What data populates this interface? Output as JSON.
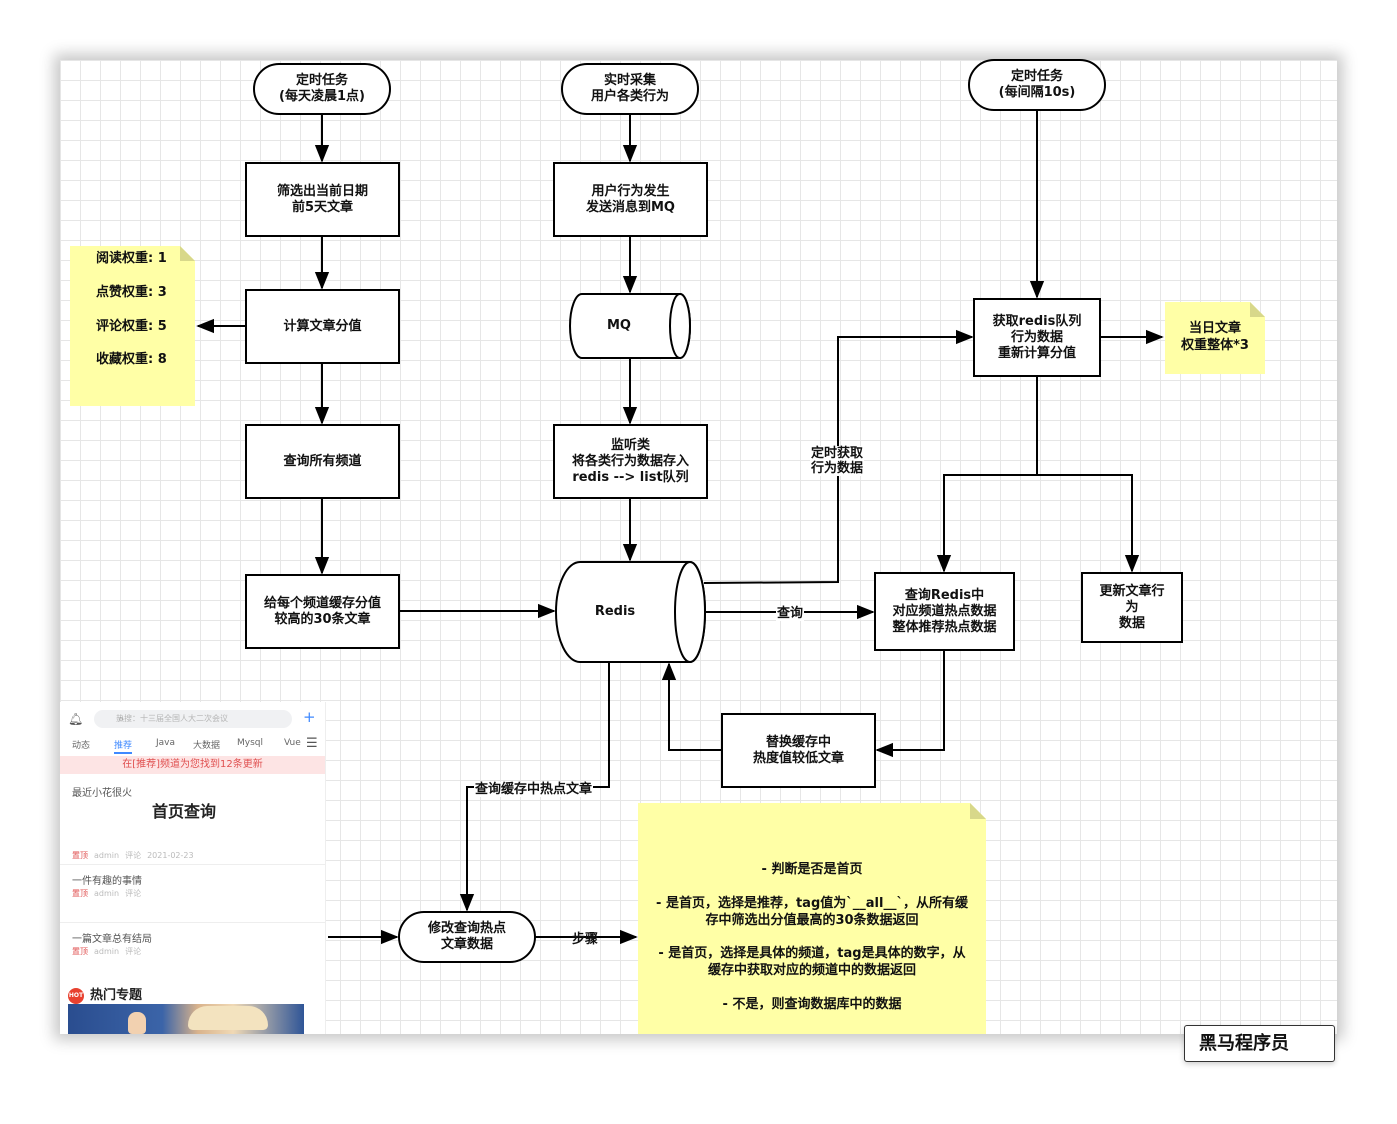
{
  "nodes": {
    "timer_daily": "定时任务\n(每天凌晨1点)",
    "realtime": "实时采集\n用户各类行为",
    "timer_10s": "定时任务\n(每间隔10s)",
    "filter_articles": "筛选出当前日期\n前5天文章",
    "user_behavior": "用户行为发生\n发送消息到MQ",
    "calc_score": "计算文章分值",
    "mq": "MQ",
    "get_redis_queue": "获取redis队列\n行为数据\n重新计算分值",
    "query_channels": "查询所有频道",
    "listener": "监听类\n将各类行为数据存入\nredis  --> list队列",
    "cache_top30": "给每个频道缓存分值\n较高的30条文章",
    "redis": "Redis",
    "query_redis": "查询Redis中\n对应频道热点数据\n整体推荐热点数据",
    "update_article": "更新文章行\n为\n数据",
    "replace_cache": "替换缓存中\n热度值较低文章",
    "modify_query": "修改查询热点\n文章数据"
  },
  "edge_labels": {
    "timed_fetch": "定时获取\n行为数据",
    "query": "查询",
    "query_cache": "查询缓存中热点文章",
    "steps": "步骤"
  },
  "notes": {
    "weights": [
      "阅读权重: 1",
      "点赞权重: 3",
      "评论权重: 5",
      "收藏权重: 8"
    ],
    "today": [
      "当日文章",
      "权重整体*3"
    ],
    "logic": [
      "- 判断是否是首页",
      "- 是首页，选择是推荐，tag值为`__all__`，从所有缓",
      "存中筛选出分值最高的30条数据返回",
      "- 是首页，选择是具体的频道，tag是具体的数字，从",
      "缓存中获取对应的频道中的数据返回",
      "- 不是，则查询数据库中的数据"
    ]
  },
  "app": {
    "search_placeholder": "热搜：十三届全国人大二次会议",
    "tabs": [
      "动态",
      "推荐",
      "Java",
      "大数据",
      "Mysql",
      "Vue"
    ],
    "banner": "在[推荐]频道为您找到12条更新",
    "article1_small": "最近小花很火",
    "big_title": "首页查询",
    "meta1": {
      "tag": "置顶",
      "author": "admin",
      "comment": "评论",
      "date": "2021-02-23"
    },
    "article2_title": "一件有趣的事情",
    "meta2": {
      "tag": "置顶",
      "author": "admin",
      "comment": "评论"
    },
    "article3_title": "一篇文章总有结局",
    "meta3": {
      "tag": "置顶",
      "author": "admin",
      "comment": "评论"
    },
    "hot_badge": "HOT",
    "hot_title": "热门专题"
  },
  "brand": "黑马程序员",
  "colors": {
    "note": "#ffffa6",
    "note_fold": "#d8d88a",
    "stroke": "#000000",
    "grid": "#e6e6e6"
  }
}
